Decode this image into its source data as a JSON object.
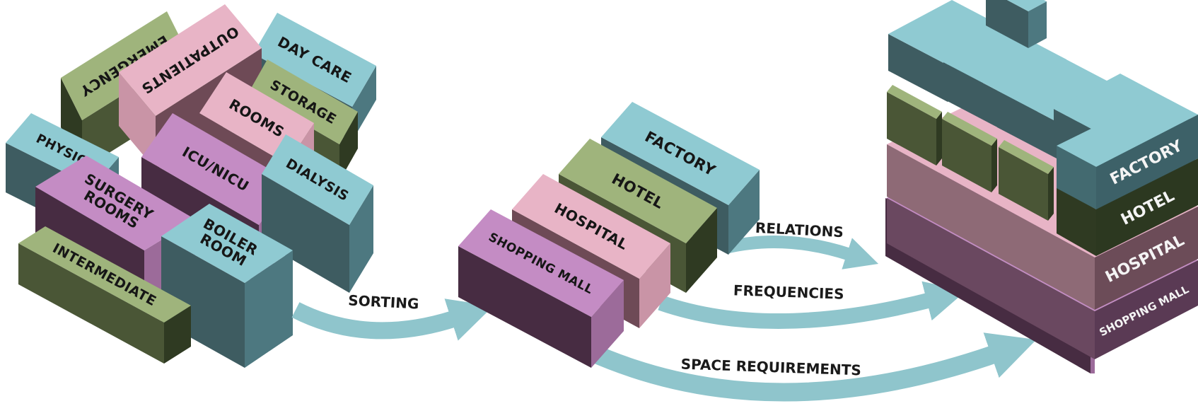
{
  "palette": {
    "green": {
      "top": "#9fb47c",
      "left": "#4a5636",
      "front": "#2f3a22"
    },
    "pink": {
      "top": "#e8b4c6",
      "left": "#6e4a56",
      "front": "#c994a6"
    },
    "purple": {
      "top": "#c48cc4",
      "left": "#472c42",
      "front": "#9c6b9a"
    },
    "teal": {
      "top": "#8fcad2",
      "left": "#3e5c61",
      "front": "#4d7880"
    },
    "arrow": "#8fc5cc"
  },
  "stage1": {
    "blocks": [
      {
        "key": "day_care",
        "label": "DAY CARE",
        "color": "teal"
      },
      {
        "key": "emergency",
        "label": "EMERGENCY",
        "color": "green"
      },
      {
        "key": "outpatients",
        "label": "OUTPATIENTS",
        "color": "pink"
      },
      {
        "key": "storage",
        "label": "STORAGE",
        "color": "green"
      },
      {
        "key": "rooms",
        "label": "ROOMS",
        "color": "pink"
      },
      {
        "key": "physio",
        "label": "PHYSIO",
        "color": "teal"
      },
      {
        "key": "icu",
        "label": "ICU/NICU",
        "color": "purple"
      },
      {
        "key": "dialysis",
        "label": "DIALYSIS",
        "color": "teal"
      },
      {
        "key": "surgery",
        "label": "SURGERY ROOMS",
        "lines": [
          "SURGERY",
          "ROOMS"
        ],
        "color": "purple"
      },
      {
        "key": "boiler",
        "label": "BOILER ROOM",
        "lines": [
          "BOILER",
          "ROOM"
        ],
        "color": "teal"
      },
      {
        "key": "intermediate",
        "label": "INTERMEDIATE",
        "color": "green"
      }
    ]
  },
  "arrows": {
    "sorting": "SORTING",
    "relations": "RELATIONS",
    "frequencies": "FREQUENCIES",
    "space": "SPACE REQUIREMENTS"
  },
  "stage2": {
    "blocks": [
      {
        "key": "factory",
        "label": "FACTORY",
        "color": "teal"
      },
      {
        "key": "hotel",
        "label": "HOTEL",
        "color": "green"
      },
      {
        "key": "hospital",
        "label": "HOSPITAL",
        "color": "pink"
      },
      {
        "key": "mall",
        "label": "SHOPPING MALL",
        "color": "purple"
      }
    ]
  },
  "stage3": {
    "layers": [
      {
        "key": "mall",
        "label": "SHOPPING MALL",
        "color": "purple"
      },
      {
        "key": "hospital",
        "label": "HOSPITAL",
        "color": "pink"
      },
      {
        "key": "hotel",
        "label": "HOTEL",
        "color": "green"
      },
      {
        "key": "factory",
        "label": "FACTORY",
        "color": "teal"
      }
    ]
  }
}
